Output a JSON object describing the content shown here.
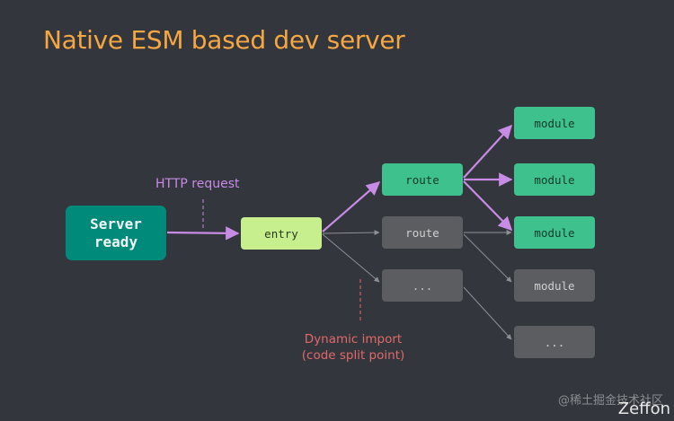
{
  "title": "Native ESM based dev server",
  "nodes": {
    "server": {
      "line1": "Server",
      "line2": "ready"
    },
    "entry": "entry",
    "route_hot": "route",
    "route_cold": "route",
    "dots_mid": "...",
    "module_1": "module",
    "module_2": "module",
    "module_3": "module",
    "module_4": "module",
    "dots_bottom": "..."
  },
  "labels": {
    "http_request": "HTTP request",
    "dynamic_import_line1": "Dynamic import",
    "dynamic_import_line2": "(code split point)"
  },
  "watermark": "@稀土掘金技术社区",
  "author": "Zeffon",
  "colors": {
    "background": "#33363d",
    "title": "#f5a742",
    "server": "#008a7a",
    "entry": "#c7ef8d",
    "active_node": "#3fc18d",
    "inactive_node": "#5b5d60",
    "active_arrow": "#c88be6",
    "inactive_arrow": "#8e9096",
    "dynamic_import": "#e06a6a"
  }
}
